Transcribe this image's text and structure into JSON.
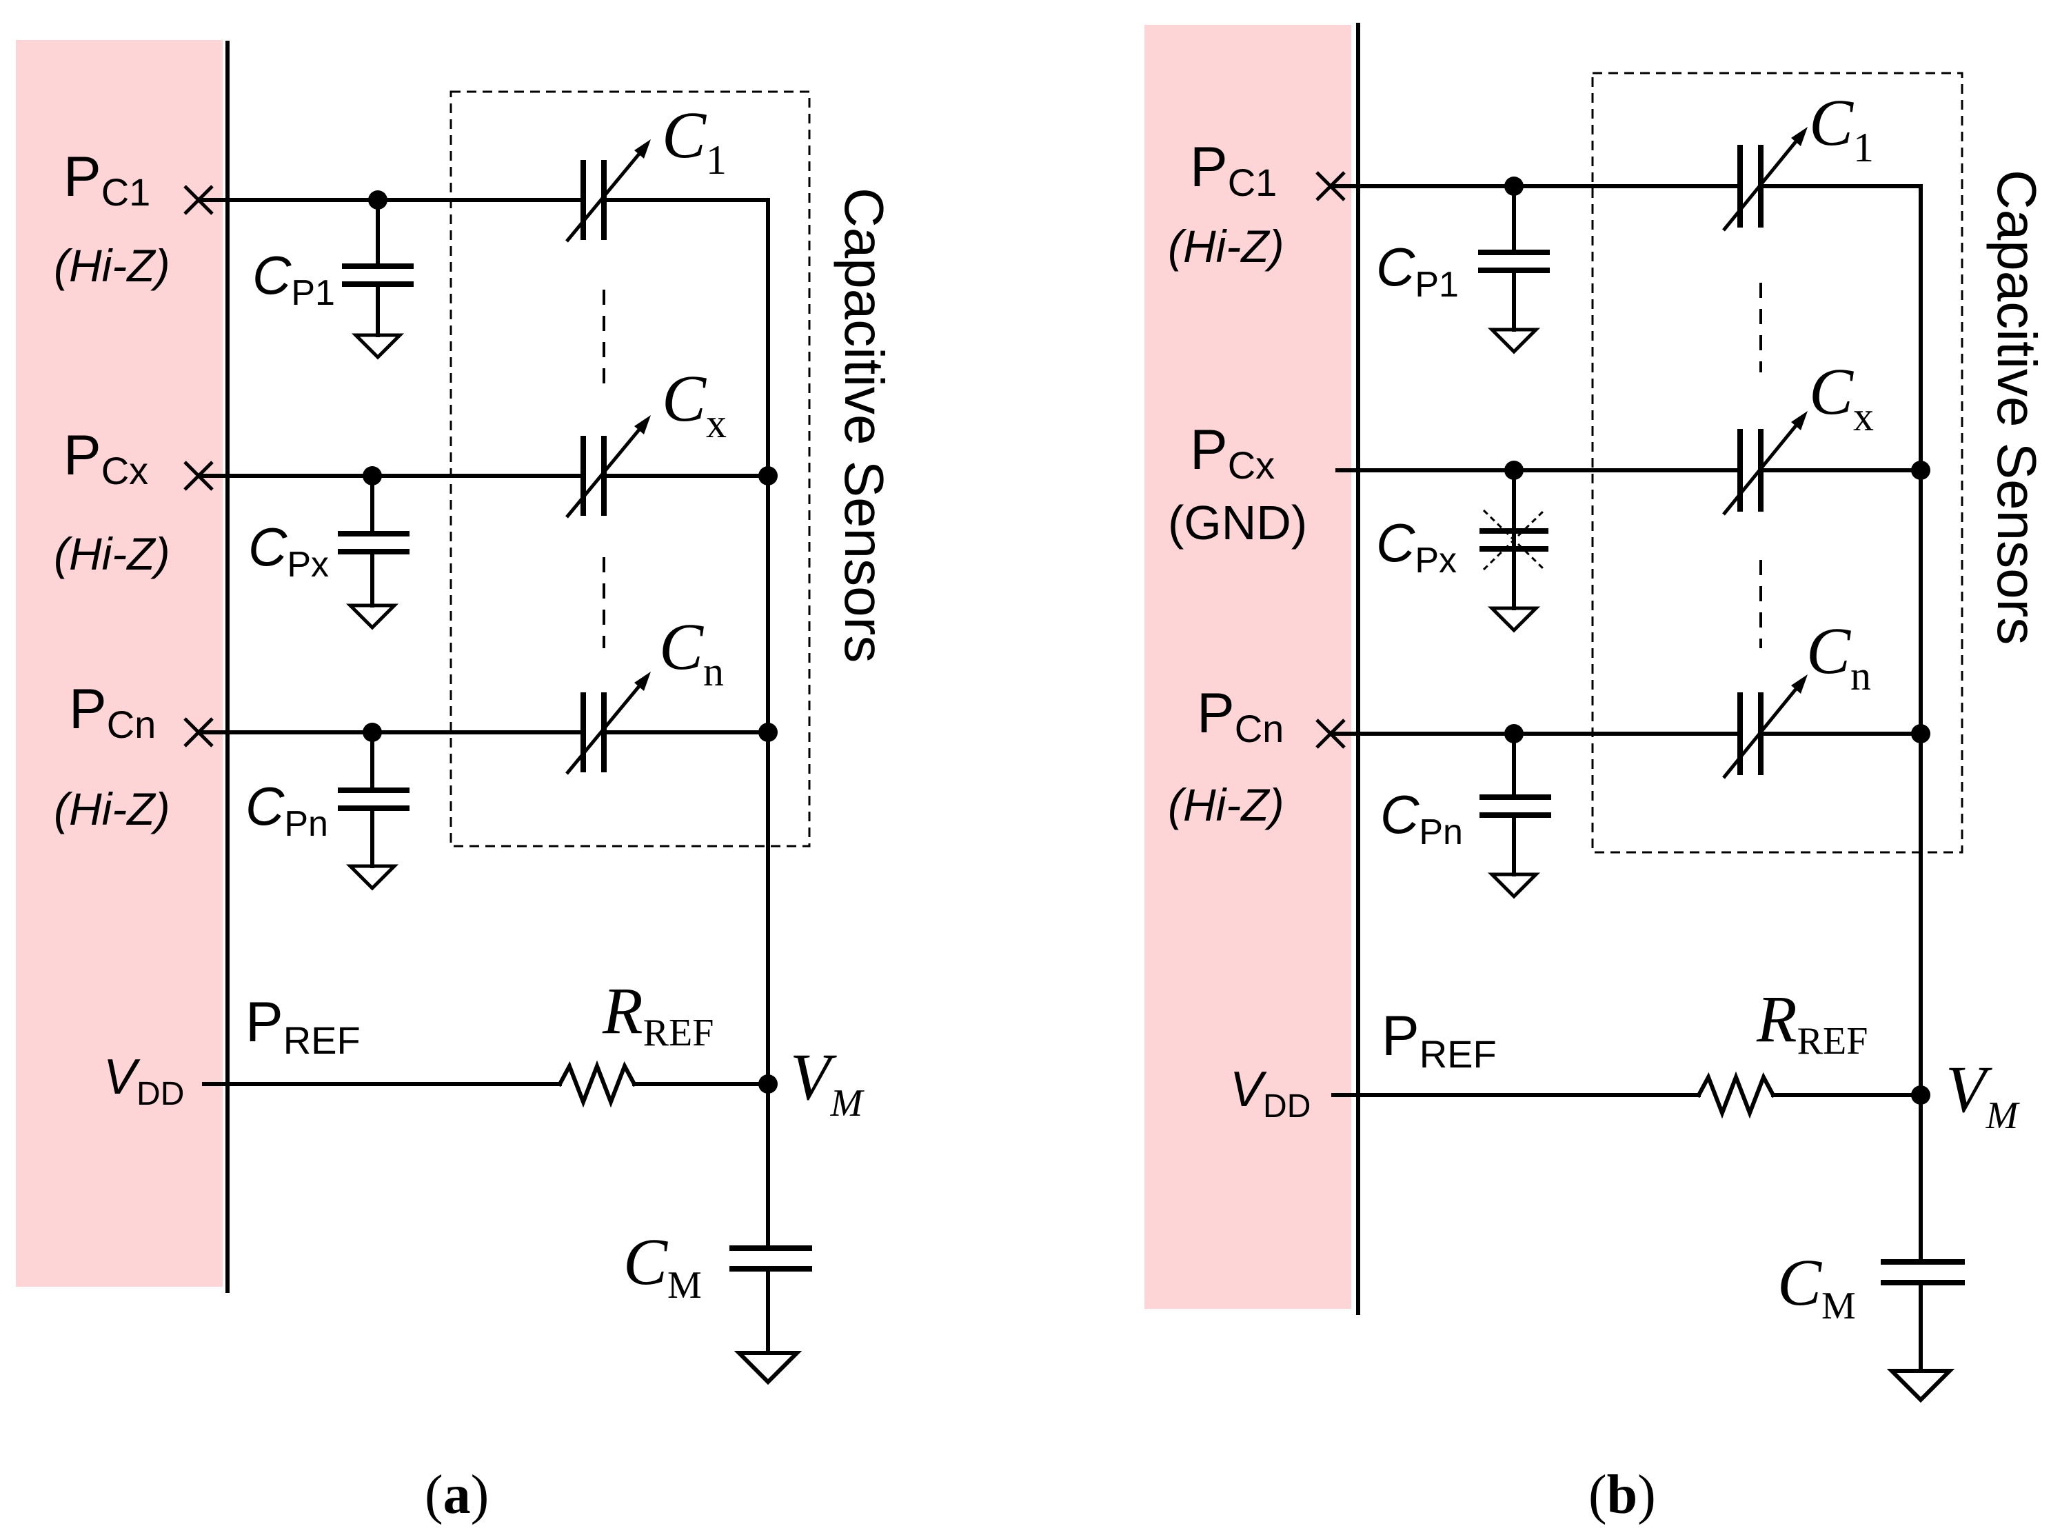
{
  "panels": [
    {
      "caption_open": "(",
      "caption_letter": "a",
      "caption_close": ")",
      "pins": [
        {
          "main": "P",
          "sub": "C1",
          "state": "(Hi-Z)"
        },
        {
          "main": "P",
          "sub": "Cx",
          "state": "(Hi-Z)"
        },
        {
          "main": "P",
          "sub": "Cn",
          "state": "(Hi-Z)"
        }
      ],
      "parasitics": [
        {
          "main": "C",
          "sub": "P1"
        },
        {
          "main": "C",
          "sub": "Px"
        },
        {
          "main": "C",
          "sub": "Pn"
        }
      ],
      "sensors": [
        {
          "main": "C",
          "sub": "1"
        },
        {
          "main": "C",
          "sub": "x"
        },
        {
          "main": "C",
          "sub": "n"
        }
      ],
      "box_label": "Capacitive Sensors",
      "pref": {
        "main": "P",
        "sub": "REF"
      },
      "vdd": {
        "main": "V",
        "sub": "DD"
      },
      "rref": {
        "main": "R",
        "sub": "REF"
      },
      "vm": {
        "main": "V",
        "sub": "M"
      },
      "cm": {
        "main": "C",
        "sub": "M"
      }
    },
    {
      "caption_open": "(",
      "caption_letter": "b",
      "caption_close": ")",
      "pins": [
        {
          "main": "P",
          "sub": "C1",
          "state": "(Hi-Z)"
        },
        {
          "main": "P",
          "sub": "Cx",
          "state": "(GND)"
        },
        {
          "main": "P",
          "sub": "Cn",
          "state": "(Hi-Z)"
        }
      ],
      "parasitics": [
        {
          "main": "C",
          "sub": "P1"
        },
        {
          "main": "C",
          "sub": "Px"
        },
        {
          "main": "C",
          "sub": "Pn"
        }
      ],
      "sensors": [
        {
          "main": "C",
          "sub": "1"
        },
        {
          "main": "C",
          "sub": "x"
        },
        {
          "main": "C",
          "sub": "n"
        }
      ],
      "box_label": "Capacitive Sensors",
      "pref": {
        "main": "P",
        "sub": "REF"
      },
      "vdd": {
        "main": "V",
        "sub": "DD"
      },
      "rref": {
        "main": "R",
        "sub": "REF"
      },
      "vm": {
        "main": "V",
        "sub": "M"
      },
      "cm": {
        "main": "C",
        "sub": "M"
      }
    }
  ],
  "colors": {
    "chip_fill": "#fdd5d6",
    "line": "#000000"
  }
}
